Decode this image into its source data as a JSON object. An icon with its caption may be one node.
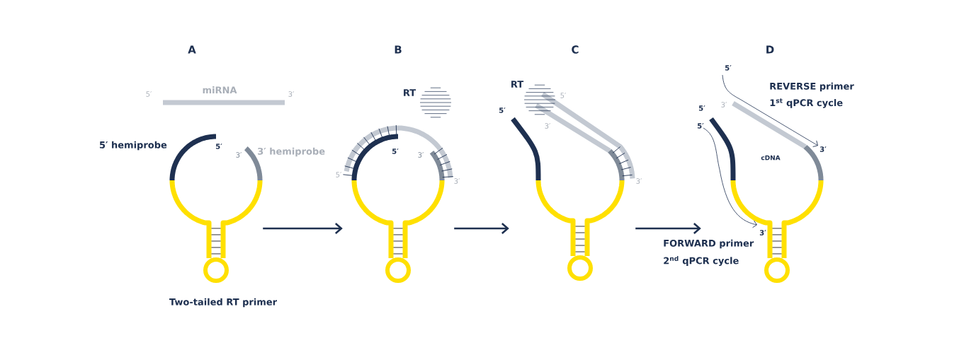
{
  "diagram": {
    "nodes": [
      {
        "text": [],
        "shape": "picture"
      },
      {
        "text": [],
        "shape": "picture"
      },
      {
        "text": [],
        "shape": "picture"
      },
      {
        "text": [],
        "shape": "picture"
      }
    ],
    "edges": [
      {
        "from": 0,
        "to": 1,
        "arrow": "to"
      },
      {
        "from": 1,
        "to": 2,
        "arrow": "to"
      },
      {
        "from": 2,
        "to": 3,
        "arrow": "to"
      }
    ],
    "labels": [
      "A",
      "B",
      "C",
      "D",
      "5′",
      "RT",
      "REVERSE primer",
      "miRNA",
      "RT",
      "5′",
      "3′",
      "5′",
      "1$^{st}$ qPCR cycle",
      "3′",
      "5′",
      "5′",
      "3′",
      "5′",
      "5′ hemiprobe",
      "5′",
      "3′",
      "3′ hemiprobe",
      "5′",
      "3′",
      "3′",
      "cDNA",
      "5′",
      "3′",
      "3′",
      "3′",
      "FORWARD primer",
      "2$^{nd}$ qPCR cycle",
      "Two-tailed RT primer"
    ]
  }
}
